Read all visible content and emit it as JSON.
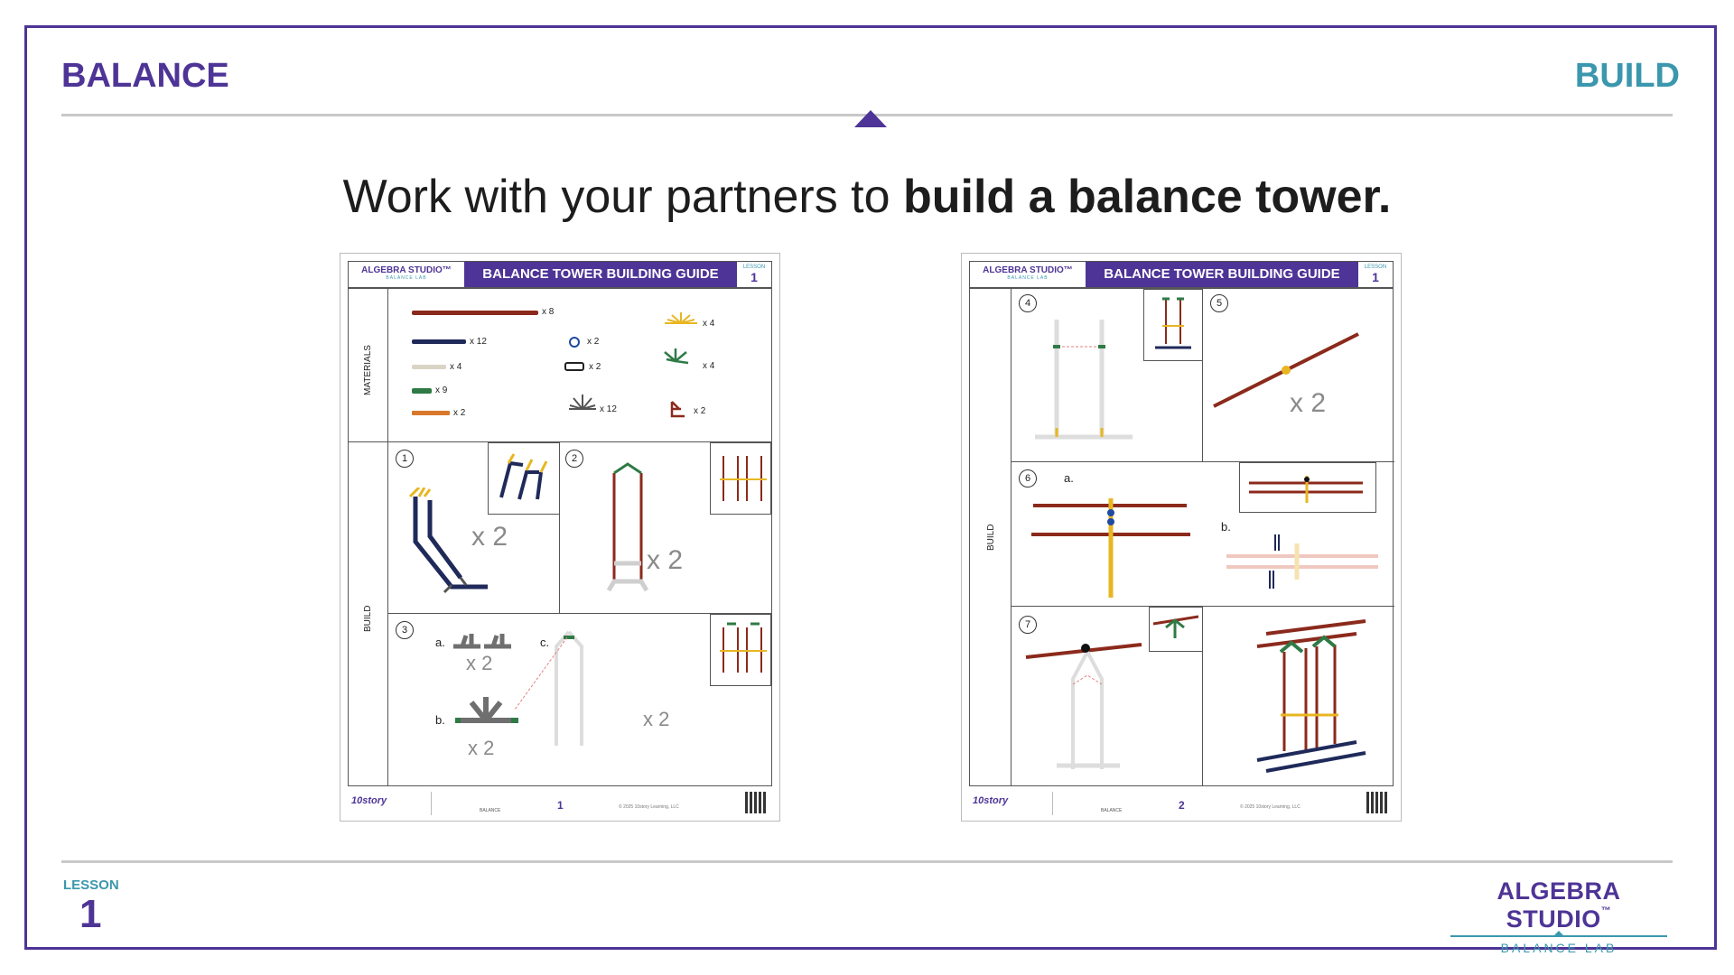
{
  "header": {
    "left_title": "BALANCE",
    "right_title": "BUILD"
  },
  "headline": {
    "regular": "Work with your partners to ",
    "bold": "build a balance tower."
  },
  "footer": {
    "lesson_label": "LESSON",
    "lesson_number": "1",
    "brand_main": "ALGEBRA STUDIO",
    "brand_tm": "™",
    "brand_sub": "BALANCE LAB"
  },
  "colors": {
    "purple": "#4e3496",
    "teal": "#3b97ad",
    "rod_red": "#8b2a1c",
    "rod_navy": "#1f2a5a",
    "yellow": "#e8b622",
    "green": "#2f7a45",
    "gray": "#6f6f6f"
  },
  "guide_pages": [
    {
      "logo_main": "ALGEBRA STUDIO™",
      "logo_sub": "BALANCE LAB",
      "title": "BALANCE TOWER BUILDING GUIDE",
      "lesson_label": "LESSON",
      "lesson_number": "1",
      "section_materials": "MATERIALS",
      "section_build": "BUILD",
      "materials": [
        {
          "qty": "x 8"
        },
        {
          "qty": "x 12"
        },
        {
          "qty": "x 4"
        },
        {
          "qty": "x 9"
        },
        {
          "qty": "x 2"
        },
        {
          "qty": "x 2"
        },
        {
          "qty": "x 2"
        },
        {
          "qty": "x 12"
        },
        {
          "qty": "x 4"
        },
        {
          "qty": "x 4"
        },
        {
          "qty": "x 2"
        }
      ],
      "steps": [
        {
          "num": "1",
          "qty": "x 2"
        },
        {
          "num": "2",
          "qty": "x 2"
        },
        {
          "num": "3",
          "sub_a": "a.",
          "qty_a": "x 2",
          "sub_b": "b.",
          "qty_b": "x 2",
          "sub_c": "c.",
          "qty_c": "x 2"
        }
      ],
      "footer_logo": "10story",
      "footer_label": "BALANCE",
      "page_number": "1",
      "copyright": "© 2025 10story Learning, LLC"
    },
    {
      "logo_main": "ALGEBRA STUDIO™",
      "logo_sub": "BALANCE LAB",
      "title": "BALANCE TOWER BUILDING GUIDE",
      "lesson_label": "LESSON",
      "lesson_number": "1",
      "section_build": "BUILD",
      "steps": [
        {
          "num": "4"
        },
        {
          "num": "5",
          "qty": "x 2"
        },
        {
          "num": "6",
          "sub_a": "a.",
          "sub_b": "b."
        },
        {
          "num": "7"
        }
      ],
      "footer_logo": "10story",
      "footer_label": "BALANCE",
      "page_number": "2",
      "copyright": "© 2025 10story Learning, LLC"
    }
  ]
}
